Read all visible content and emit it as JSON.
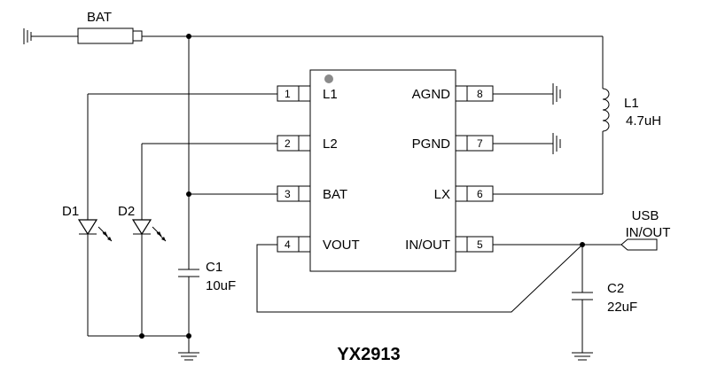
{
  "ic": {
    "name": "YX2913",
    "pins_left": [
      {
        "number": "1",
        "label": "L1"
      },
      {
        "number": "2",
        "label": "L2"
      },
      {
        "number": "3",
        "label": "BAT"
      },
      {
        "number": "4",
        "label": "VOUT"
      }
    ],
    "pins_right": [
      {
        "number": "8",
        "label": "AGND"
      },
      {
        "number": "7",
        "label": "PGND"
      },
      {
        "number": "6",
        "label": "LX"
      },
      {
        "number": "5",
        "label": "IN/OUT"
      }
    ]
  },
  "components": {
    "battery": {
      "label": "BAT"
    },
    "inductor": {
      "name": "L1",
      "value": "4.7uH"
    },
    "c1": {
      "name": "C1",
      "value": "10uF"
    },
    "c2": {
      "name": "C2",
      "value": "22uF"
    },
    "d1": {
      "name": "D1"
    },
    "d2": {
      "name": "D2"
    },
    "usb": {
      "line1": "USB",
      "line2": "IN/OUT"
    }
  }
}
